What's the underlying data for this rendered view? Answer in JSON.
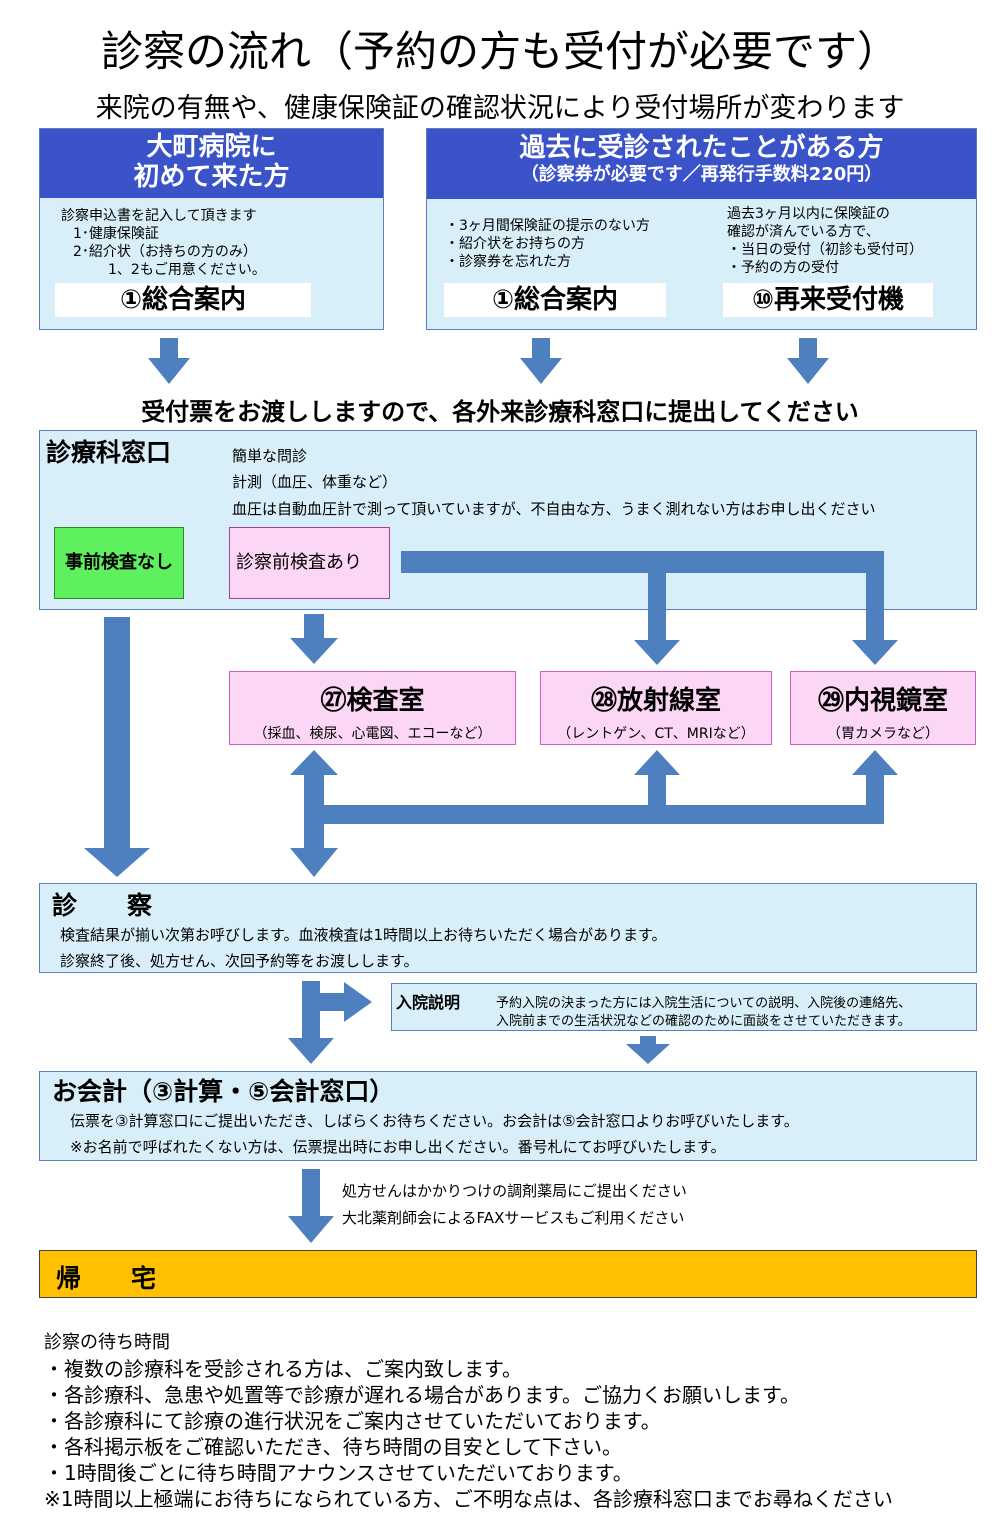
{
  "header": {
    "title": "診察の流れ（予約の方も受付が必要です）",
    "subtitle": "来院の有無や、健康保険証の確認状況により受付場所が変わります"
  },
  "new_patient": {
    "head_line1": "大町病院に",
    "head_line2": "初めて来た方",
    "lines": [
      "診察申込書を記入して頂きます",
      "1･健康保険証",
      "2･紹介状（お持ちの方のみ）",
      "1、2もご用意ください。"
    ],
    "place": "①総合案内"
  },
  "returning": {
    "head": "過去に受診されたことがある方",
    "head_sub": "（診察券が必要です／再発行手数料220円）",
    "left_lines": [
      "・3ヶ月間保険証の提示のない方",
      "・紹介状をお持ちの方",
      "・診察券を忘れた方"
    ],
    "left_place": "①総合案内",
    "right_lines": [
      "過去3ヶ月以内に保険証の",
      "確認が済んでいる方で、",
      "・当日の受付（初診も受付可）",
      "・予約の方の受付"
    ],
    "right_place": "⑩再来受付機"
  },
  "ticket_notice": "受付票をお渡ししますので、各外来診療科窓口に提出してください",
  "clinic_window": {
    "title": "診療科窓口",
    "lines": [
      "簡単な問診",
      "計測（血圧、体重など）",
      "血圧は自動血圧計で測って頂いていますが、不自由な方、うまく測れない方はお申し出ください"
    ],
    "no_pretest": "事前検査なし",
    "pretest": "診察前検査あり"
  },
  "rooms": [
    {
      "name": "㉗検査室",
      "detail": "（採血、検尿、心電図、エコーなど）"
    },
    {
      "name": "㉘放射線室",
      "detail": "（レントゲン、CT、MRIなど）"
    },
    {
      "name": "㉙内視鏡室",
      "detail": "（胃カメラなど）"
    }
  ],
  "consult": {
    "title": "診　　察",
    "lines": [
      "検査結果が揃い次第お呼びします。血液検査は1時間以上お待ちいただく場合があります。",
      "診察終了後、処方せん、次回予約等をお渡しします。"
    ]
  },
  "admission": {
    "title": "入院説明",
    "lines": [
      "予約入院の決まった方には入院生活についての説明、入院後の連絡先、",
      "入院前までの生活状況などの確認のために面談をさせていただきます。"
    ]
  },
  "payment": {
    "title": "お会計（③計算・⑤会計窓口）",
    "lines": [
      "伝票を③計算窓口にご提出いただき、しばらくお待ちください。お会計は⑤会計窓口よりお呼びいたします。",
      "※お名前で呼ばれたくない方は、伝票提出時にお申し出ください。番号札にてお呼びいたします。"
    ]
  },
  "pharmacy_notes": [
    "処方せんはかかりつけの調剤薬局にご提出ください",
    "大北薬剤師会によるFAXサービスもご利用ください"
  ],
  "home": {
    "title": "帰　　宅"
  },
  "waiting": {
    "title": "診察の待ち時間",
    "lines": [
      "・複数の診療科を受診される方は、ご案内致します。",
      "・各診療科、急患や処置等で診療が遅れる場合があります。ご協力くお願いします。",
      "・各診療科にて診療の進行状況をご案内させていただいております。",
      "・各科掲示板をご確認いただき、待ち時間の目安として下さい。",
      "・1時間後ごとに待ち時間アナウンスさせていただいております。",
      "※1時間以上極端にお待ちになられている方、ご不明な点は、各診療科窓口までお尋ねください"
    ]
  },
  "colors": {
    "panel_bg": "#d8eef8",
    "header_blue": "#3a53c9",
    "arrow_blue": "#4e80c0",
    "green": "#5ef05e",
    "pink": "#fbd7f5",
    "home_orange": "#ffc000"
  }
}
